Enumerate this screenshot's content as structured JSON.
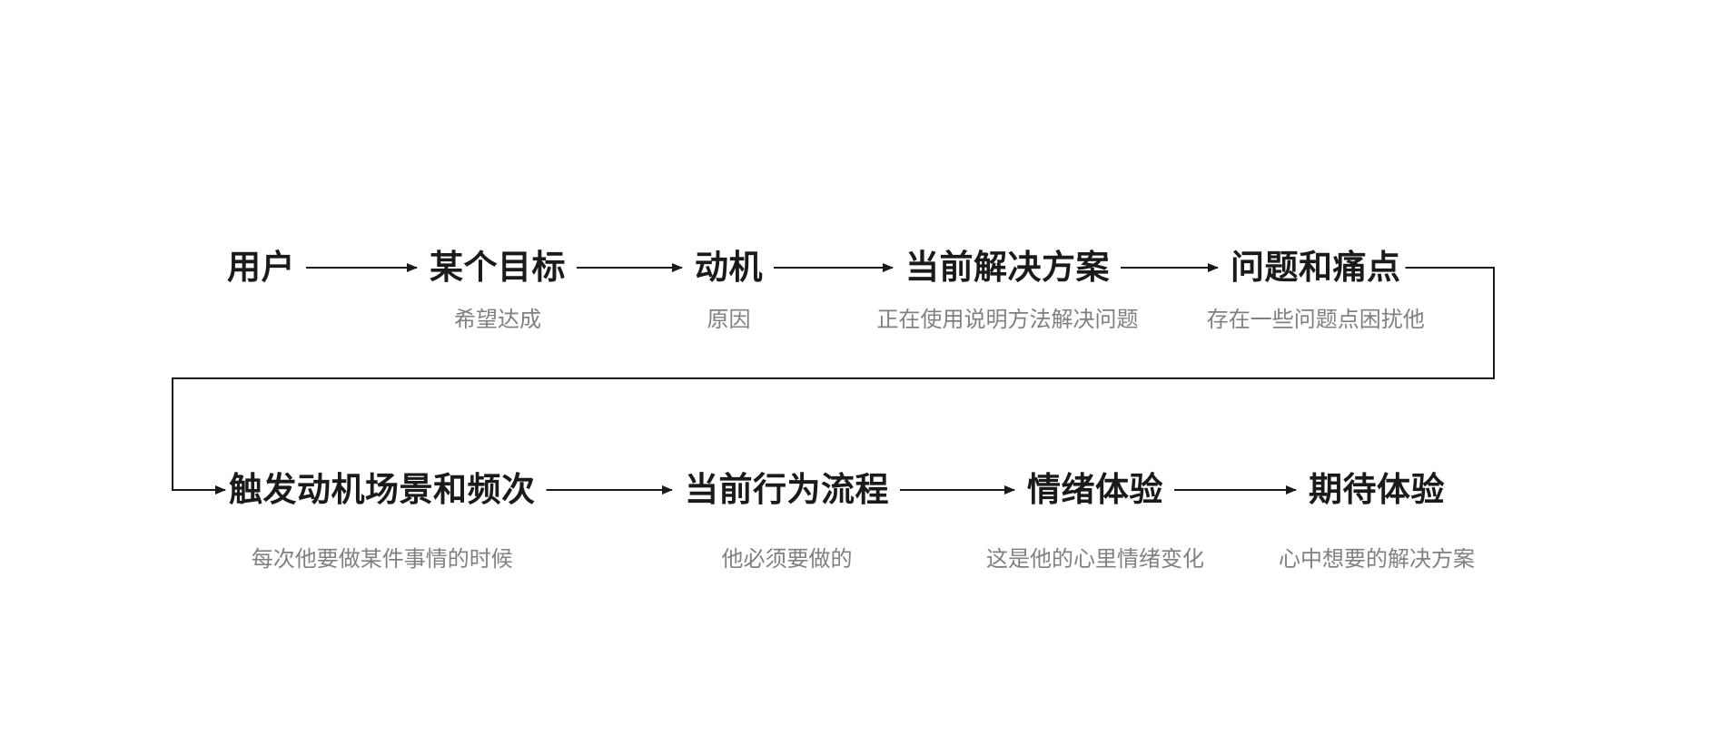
{
  "diagram": {
    "title": "user-journey-flow",
    "colors": {
      "label": "#1a1a1a",
      "sublabel": "#808080",
      "line": "#1a1a1a"
    },
    "rows": [
      {
        "nodes": [
          {
            "label": "用户",
            "sublabel": ""
          },
          {
            "label": "某个目标",
            "sublabel": "希望达成"
          },
          {
            "label": "动机",
            "sublabel": "原因"
          },
          {
            "label": "当前解决方案",
            "sublabel": "正在使用说明方法解决问题"
          },
          {
            "label": "问题和痛点",
            "sublabel": "存在一些问题点困扰他"
          }
        ]
      },
      {
        "nodes": [
          {
            "label": "触发动机场景和频次",
            "sublabel": "每次他要做某件事情的时候"
          },
          {
            "label": "当前行为流程",
            "sublabel": "他必须要做的"
          },
          {
            "label": "情绪体验",
            "sublabel": "这是他的心里情绪变化"
          },
          {
            "label": "期待体验",
            "sublabel": "心中想要的解决方案"
          }
        ]
      }
    ]
  }
}
